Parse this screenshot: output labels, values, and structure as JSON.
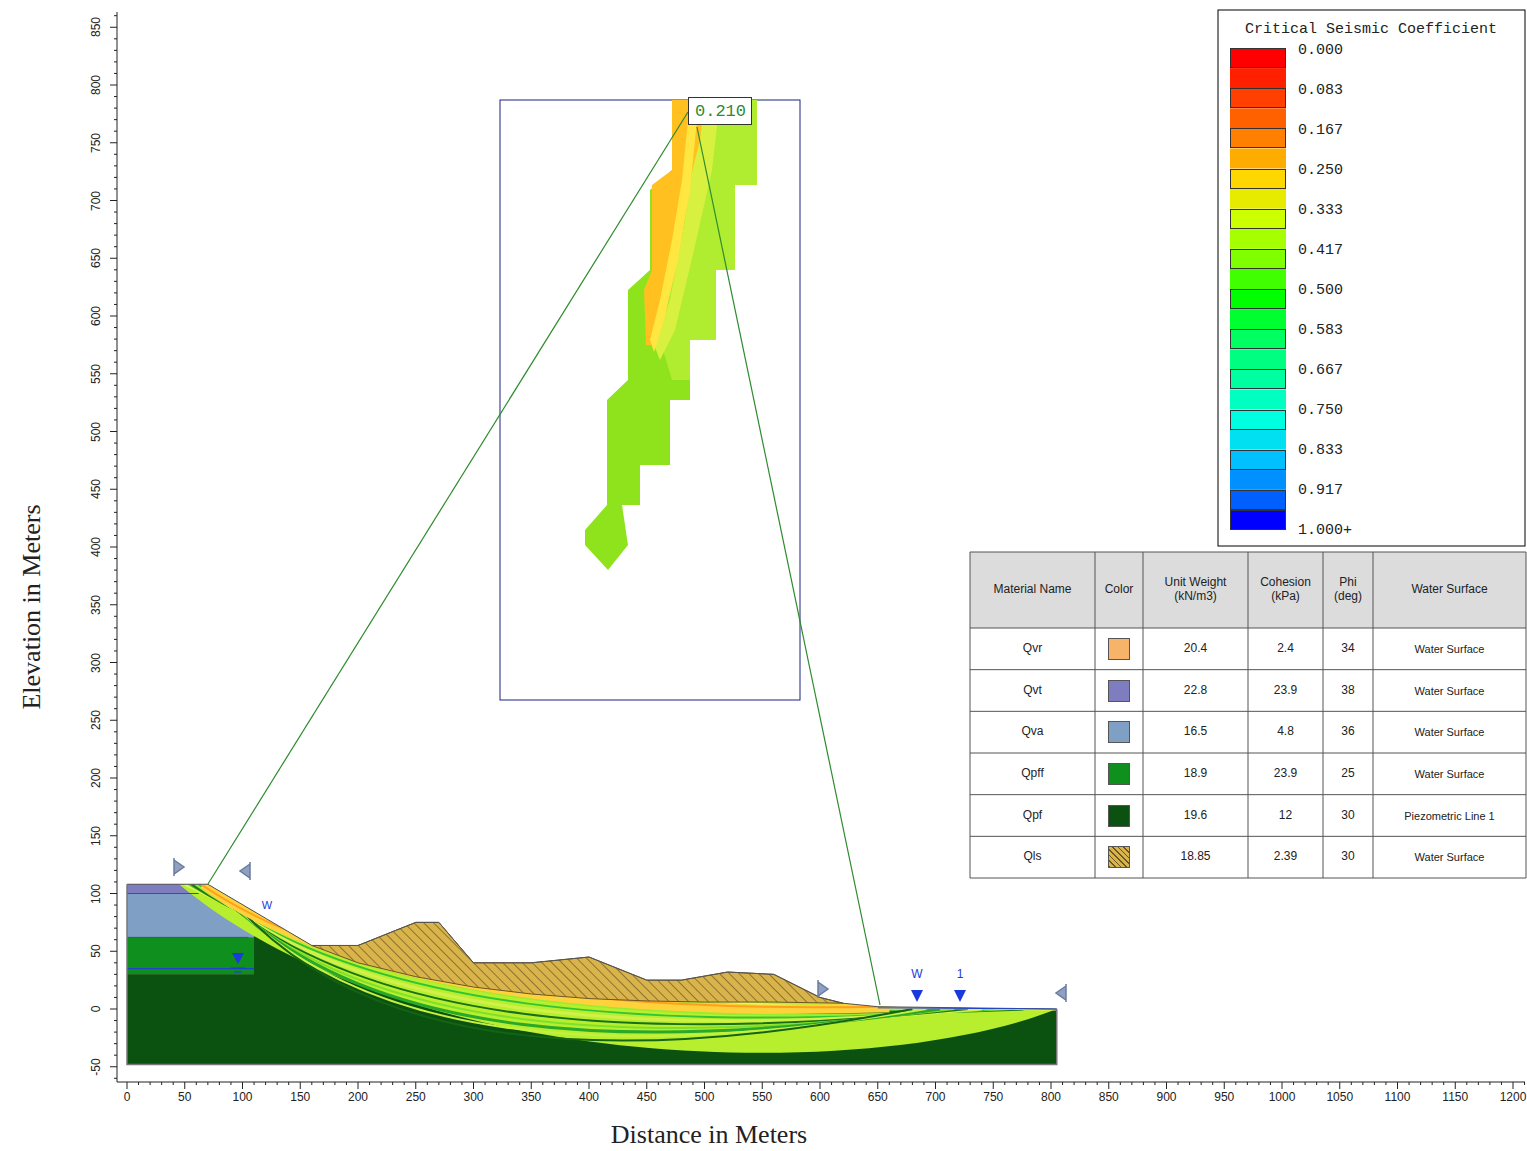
{
  "diagram": {
    "nodes": [
      {
        "text": [
          "0.210"
        ]
      }
    ],
    "labels": [
      "-50",
      "0",
      "50",
      "100",
      "150",
      "200",
      "250",
      "300",
      "350",
      "400",
      "450",
      "500",
      "550",
      "600",
      "650",
      "700",
      "750",
      "800",
      "850",
      "0",
      "50",
      "100",
      "150",
      "200",
      "250",
      "300",
      "350",
      "400",
      "450",
      "500",
      "550",
      "600",
      "650",
      "700",
      "750",
      "800",
      "850",
      "900",
      "950",
      "1000",
      "1050",
      "1100",
      "1150",
      "1200",
      "Elevation in Meters",
      "Distance in Meters",
      "W",
      "W",
      "1",
      "Critical Seismic Coefficient",
      "Material Name",
      "Color",
      "Unit Weight (kN/m3)",
      "Cohesion (kPa)",
      "Phi (deg)",
      "Water Surface",
      "20.4",
      "2.4",
      "34",
      "Water Surface",
      "22.8",
      "23.9",
      "38",
      "Water Surface",
      "16.5",
      "4.8",
      "36",
      "Water Surface",
      "18.9",
      "23.9",
      "25",
      "Water Surface",
      "19.6",
      "12",
      "30",
      "Piezometric Line 1",
      "18.85",
      "2.39",
      "30",
      "Water Surface"
    ],
    "legend": [
      {
        "text": "0.000",
        "color": "#ff0000"
      },
      {
        "text": "0.083",
        "color": "#ff4000"
      },
      {
        "text": "0.167",
        "color": "#ff8000"
      },
      {
        "text": "0.250",
        "color": "#ffd700"
      },
      {
        "text": "0.333",
        "color": "#ccff00"
      },
      {
        "text": "0.417",
        "color": "#80ff00"
      },
      {
        "text": "0.500",
        "color": "#00ff00"
      },
      {
        "text": "0.583",
        "color": "#00ff60"
      },
      {
        "text": "0.667",
        "color": "#00ffa0"
      },
      {
        "text": "0.750",
        "color": "#00ffe0"
      },
      {
        "text": "0.833",
        "color": "#00c0ff"
      },
      {
        "text": "0.917",
        "color": "#0060ff"
      },
      {
        "text": "1.000+",
        "color": "#0000ff"
      },
      {
        "text": "Qvr",
        "color": "#f8b36a"
      },
      {
        "text": "Qvt",
        "color": "#7d7dc0"
      },
      {
        "text": "Qva",
        "color": "#7f9fc4"
      },
      {
        "text": "Qpff",
        "color": "#0f8f1e"
      },
      {
        "text": "Qpf",
        "color": "#0b5210"
      },
      {
        "text": "Qls"
      }
    ]
  }
}
